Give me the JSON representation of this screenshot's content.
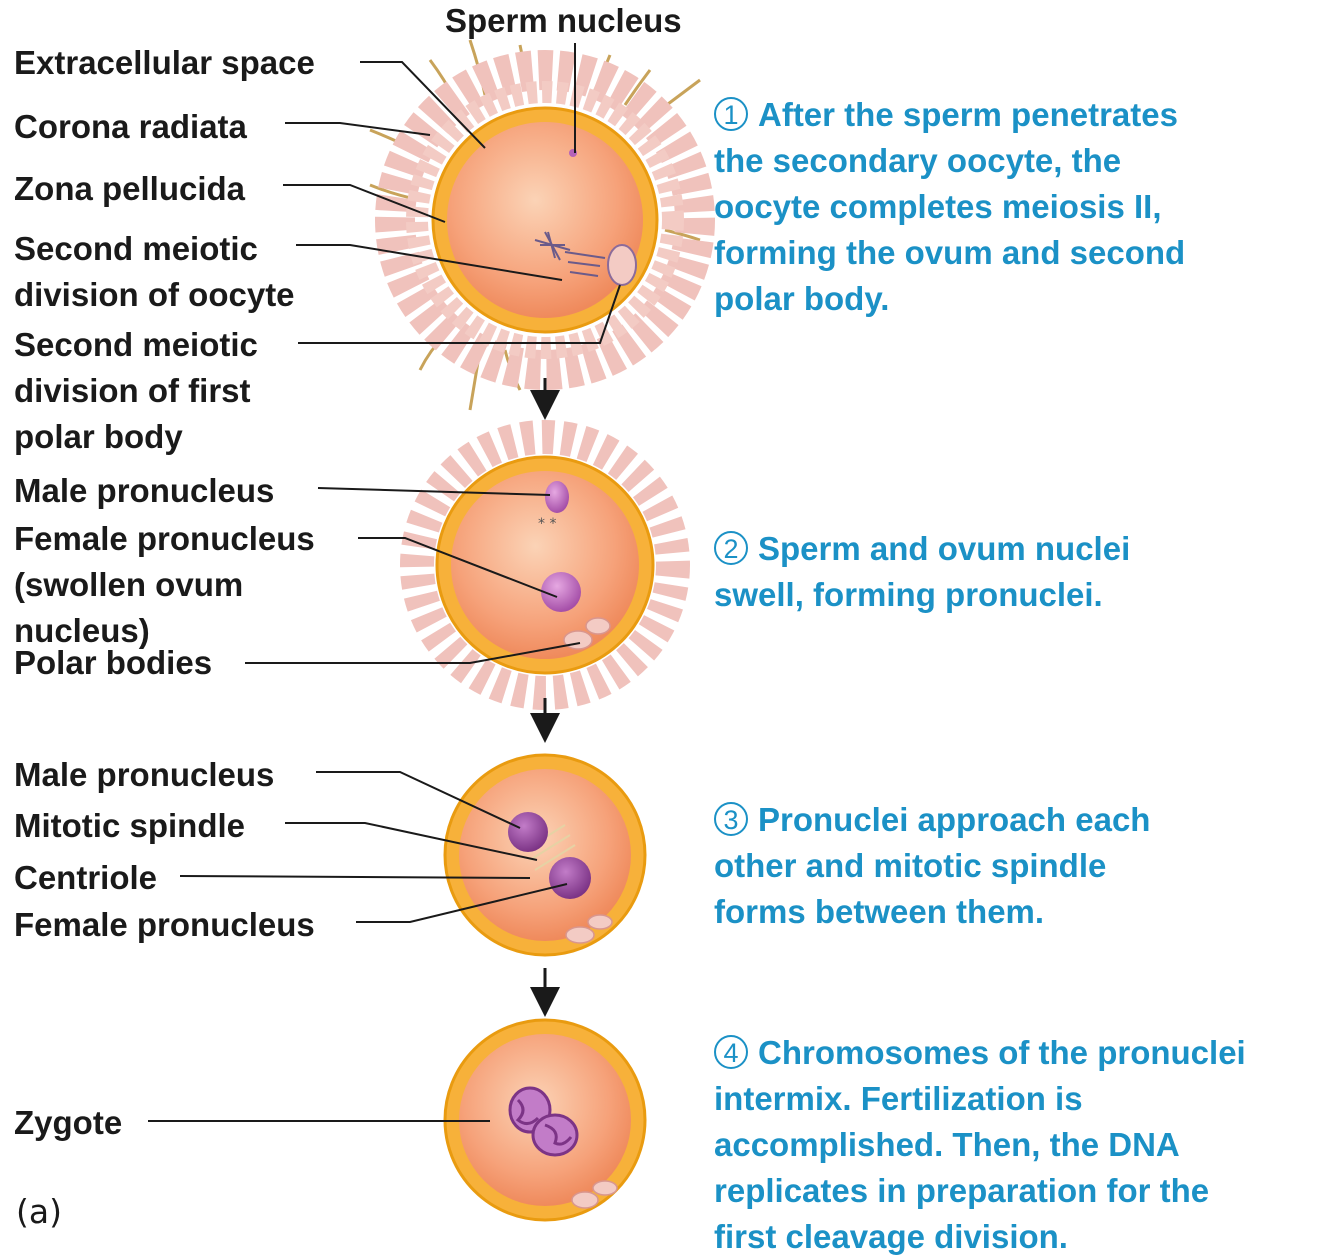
{
  "labels": {
    "sperm_nucleus": "Sperm nucleus",
    "extracellular_space": "Extracellular space",
    "corona_radiata": "Corona radiata",
    "zona_pellucida": "Zona pellucida",
    "second_meiotic_oocyte": "Second meiotic\ndivision of oocyte",
    "second_meiotic_polar": "Second meiotic\ndivision of first\npolar body",
    "male_pronucleus_1": "Male pronucleus",
    "female_pronucleus_1": "Female pronucleus\n(swollen ovum\nnucleus)",
    "polar_bodies": "Polar bodies",
    "male_pronucleus_2": "Male pronucleus",
    "mitotic_spindle": "Mitotic spindle",
    "centriole": "Centriole",
    "female_pronucleus_2": "Female pronucleus",
    "zygote": "Zygote"
  },
  "panel_label": "(a)",
  "steps": [
    {
      "number": "1",
      "lines": [
        "After the sperm penetrates",
        "the secondary oocyte, the",
        "oocyte completes meiosis II,",
        "forming the ovum and second",
        "polar body."
      ]
    },
    {
      "number": "2",
      "lines": [
        "Sperm and ovum nuclei",
        "swell, forming pronuclei."
      ]
    },
    {
      "number": "3",
      "lines": [
        "Pronuclei approach each",
        "other and mitotic spindle",
        "forms between them."
      ]
    },
    {
      "number": "4",
      "lines": [
        "Chromosomes of the pronuclei",
        "intermix. Fertilization is",
        "accomplished. Then, the DNA",
        "replicates in preparation for the",
        "first cleavage division."
      ]
    }
  ],
  "colors": {
    "step_text": "#1b91c6",
    "zona": "#f2a81e",
    "cytoplasm": "#f6a27a",
    "pronucleus": "#b463b9",
    "corona_cell": "#f0c2bc"
  }
}
